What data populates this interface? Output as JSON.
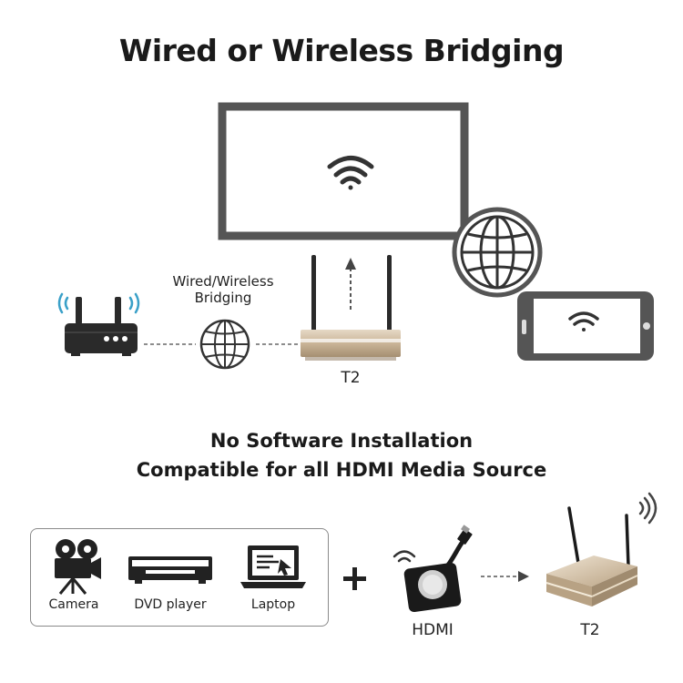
{
  "header": {
    "title": "Wired or Wireless Bridging"
  },
  "bridge": {
    "label_line1": "Wired/Wireless",
    "label_line2": "Bridging",
    "device_label": "T2"
  },
  "features": {
    "line1": "No Software Installation",
    "line2": "Compatible for all HDMI Media Source"
  },
  "sources": {
    "items": [
      {
        "label": "Camera",
        "icon": "video-camera-icon"
      },
      {
        "label": "DVD player",
        "icon": "dvd-player-icon"
      },
      {
        "label": "Laptop",
        "icon": "laptop-icon"
      }
    ],
    "plus": "+"
  },
  "bottom": {
    "hdmi_label": "HDMI",
    "receiver_label": "T2"
  },
  "colors": {
    "dark_gray": "#555555",
    "gold": "#c9b497",
    "black": "#1a1a1a"
  }
}
